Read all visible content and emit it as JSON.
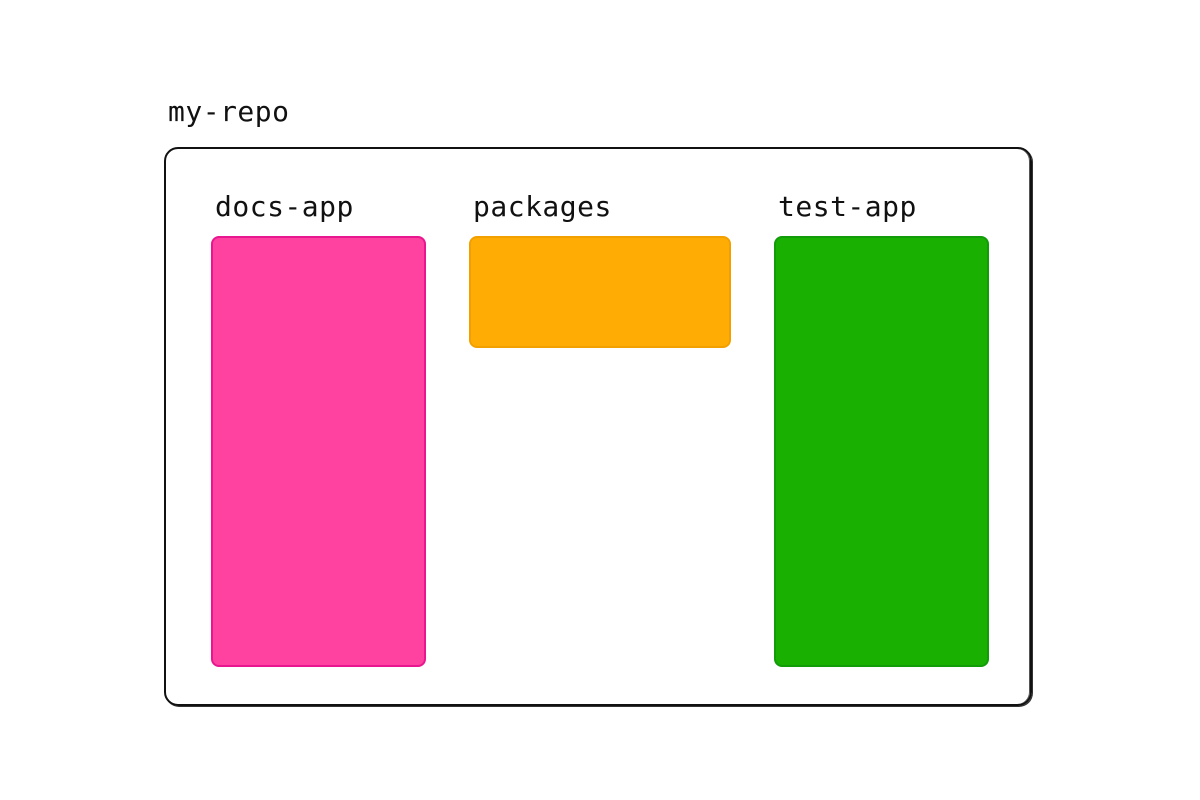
{
  "repo": {
    "label": "my-repo"
  },
  "folders": [
    {
      "label": "docs-app",
      "color": "#ff419f"
    },
    {
      "label": "packages",
      "color": "#ffac05"
    },
    {
      "label": "test-app",
      "color": "#1ab001"
    }
  ]
}
